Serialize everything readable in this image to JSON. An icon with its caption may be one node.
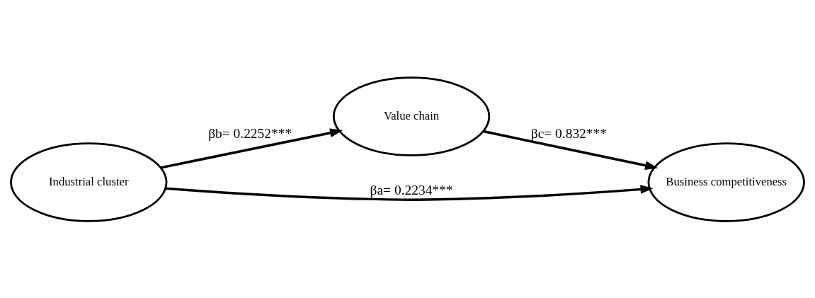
{
  "diagram": {
    "nodes": [
      {
        "text": [
          "Value chain"
        ]
      },
      {
        "text": [
          "Industrial cluster"
        ]
      },
      {
        "text": [
          "Business competitiveness"
        ]
      }
    ],
    "edges": [
      {
        "from": 1,
        "to": 0,
        "arrow": "to",
        "label": "βb= 0.2252***"
      },
      {
        "from": 0,
        "to": 2,
        "arrow": "to",
        "label": "βc= 0.832***"
      },
      {
        "from": 1,
        "to": 2,
        "arrow": "to",
        "label": "βa= 0.2234***"
      }
    ]
  }
}
